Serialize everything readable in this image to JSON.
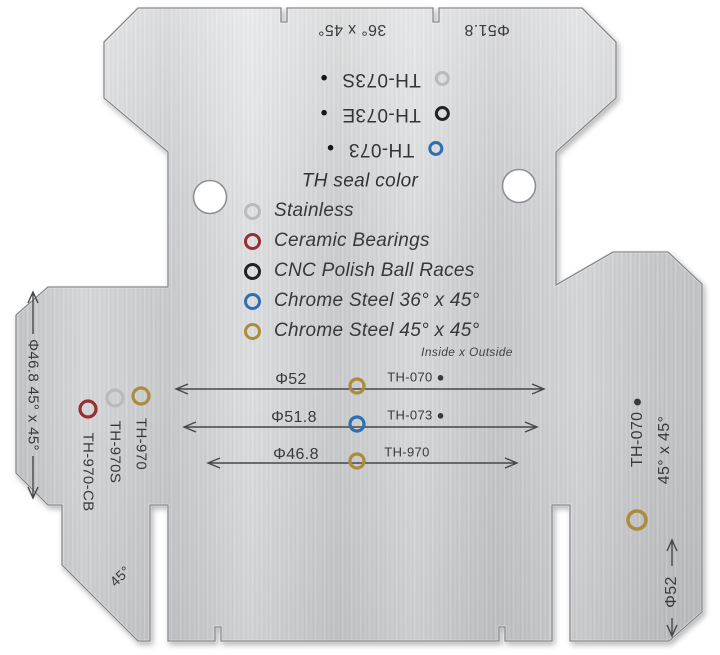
{
  "colors": {
    "silver": "#b8babc",
    "red": "#943031",
    "black": "#222222",
    "blue": "#2e6fb3",
    "gold": "#aa8c3b",
    "plate": "#d0d1d3",
    "engraving": "#3a3a3a"
  },
  "top": {
    "angle_label": "36° x 45°",
    "dia_label": "Φ51.8",
    "models": [
      {
        "label": "TH-073S",
        "ring": "silver",
        "dot": "●"
      },
      {
        "label": "TH-073E",
        "ring": "black",
        "dot": "●"
      },
      {
        "label": "TH-073",
        "ring": "blue",
        "dot": "●"
      }
    ]
  },
  "legend": {
    "title": "TH seal color",
    "items": [
      {
        "ring": "silver",
        "label": "Stainless"
      },
      {
        "ring": "red",
        "label": "Ceramic Bearings"
      },
      {
        "ring": "black",
        "label": "CNC Polish Ball Races"
      },
      {
        "ring": "blue",
        "label": "Chrome Steel 36° x 45°"
      },
      {
        "ring": "gold",
        "label": "Chrome Steel 45° x 45°"
      }
    ],
    "footnote": "Inside x Outside"
  },
  "dimensions": {
    "rows": [
      {
        "dia": "Φ52",
        "ring": "gold",
        "model": "TH-070 ●"
      },
      {
        "dia": "Φ51.8",
        "ring": "blue",
        "model": "TH-073 ●"
      },
      {
        "dia": "Φ46.8",
        "ring": "gold",
        "model": "TH-970"
      }
    ]
  },
  "left": {
    "dim": "Φ46.8 45° x 45°",
    "models": [
      {
        "ring": "gold",
        "label": "TH-970"
      },
      {
        "ring": "silver",
        "label": "TH-970S"
      },
      {
        "ring": "red",
        "label": "TH-970-CB"
      }
    ],
    "chamfer_angle": "45°"
  },
  "right": {
    "model": "TH-070 ●",
    "angle": "45° x 45°",
    "ring": "gold",
    "dim": "Φ52"
  }
}
